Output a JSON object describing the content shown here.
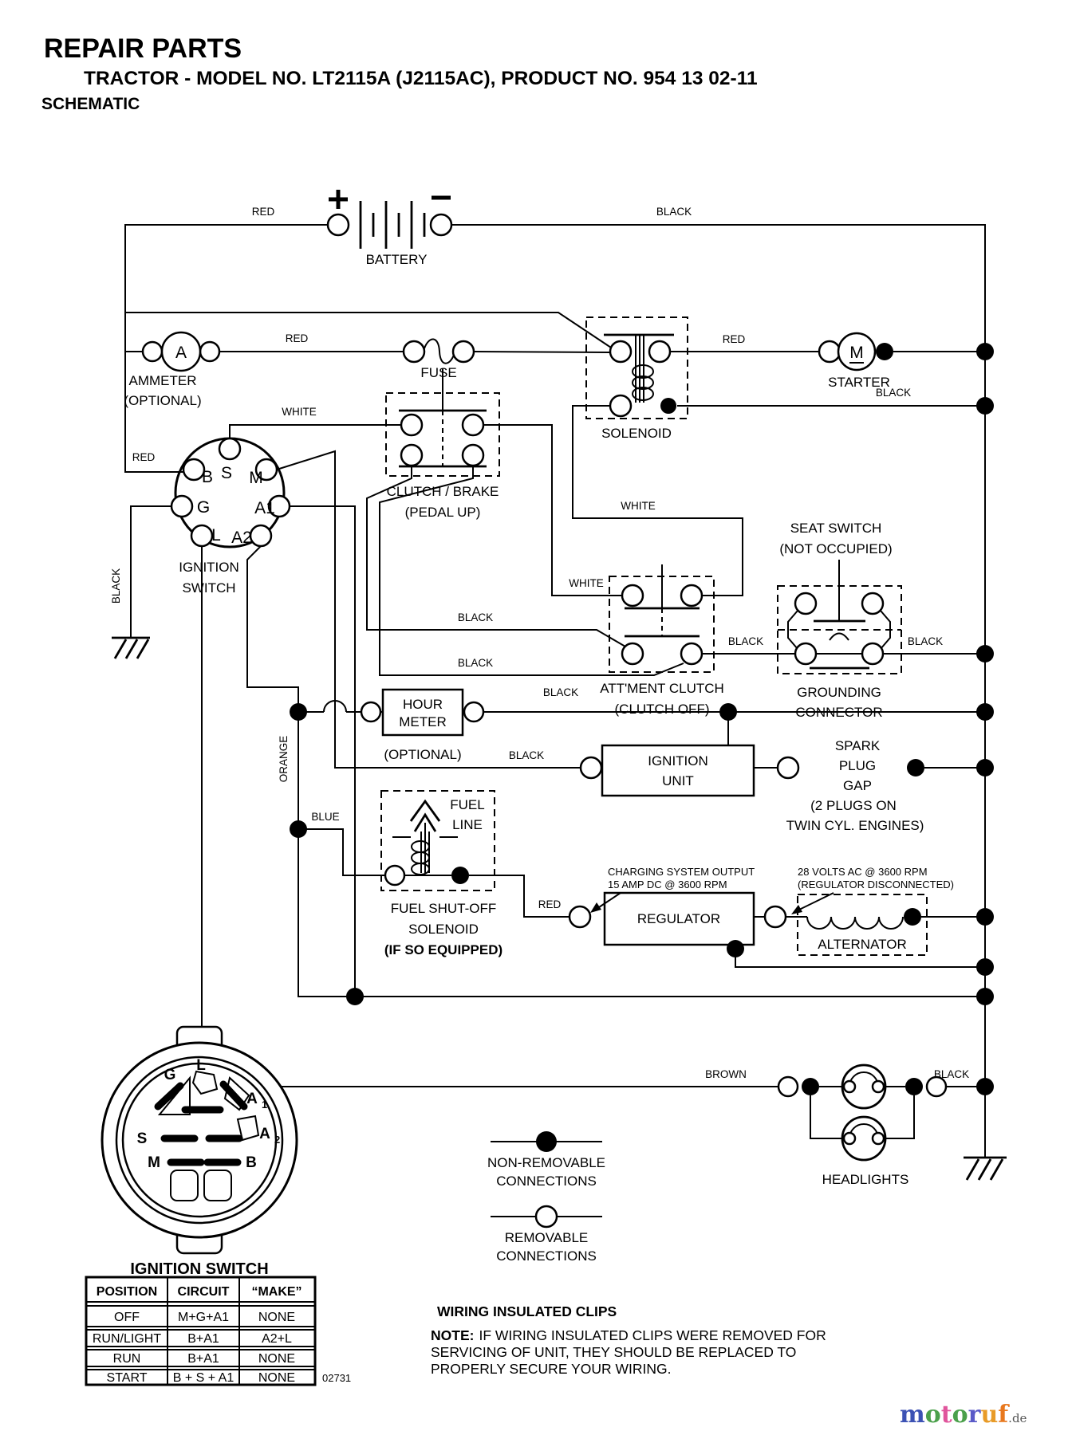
{
  "header": {
    "title": "REPAIR PARTS",
    "subtitle": "TRACTOR - MODEL NO. LT2115A (J2115AC), PRODUCT NO. 954 13 02-11",
    "type_label": "SCHEMATIC"
  },
  "colors": {
    "line": "#000000",
    "background": "#ffffff"
  },
  "wire_labels": {
    "red": "RED",
    "black": "BLACK",
    "white": "WHITE",
    "orange": "ORANGE",
    "blue": "BLUE",
    "brown": "BROWN"
  },
  "components": {
    "battery": {
      "label": "BATTERY",
      "plus": "+",
      "minus": "−"
    },
    "ammeter": {
      "label1": "AMMETER",
      "label2": "(OPTIONAL)",
      "symbol": "A"
    },
    "fuse": {
      "label": "FUSE"
    },
    "solenoid": {
      "label": "SOLENOID"
    },
    "starter": {
      "label": "STARTER",
      "symbol": "M"
    },
    "ignition_switch": {
      "label1": "IGNITION",
      "label2": "SWITCH",
      "terminals": {
        "s": "S",
        "b": "B",
        "m": "M",
        "g": "G",
        "a1": "A1",
        "l": "L",
        "a2": "A2"
      }
    },
    "clutch_brake": {
      "label1": "CLUTCH / BRAKE",
      "label2": "(PEDAL UP)"
    },
    "attachment_clutch": {
      "label1": "ATT'MENT CLUTCH",
      "label2": "(CLUTCH OFF)"
    },
    "seat_switch": {
      "label1": "SEAT SWITCH",
      "label2": "(NOT OCCUPIED)"
    },
    "grounding_connector": {
      "label1": "GROUNDING",
      "label2": "CONNECTOR"
    },
    "hour_meter": {
      "label1": "HOUR",
      "label2": "METER",
      "label3": "(OPTIONAL)"
    },
    "ignition_unit": {
      "label1": "IGNITION",
      "label2": "UNIT"
    },
    "spark_plug": {
      "l1": "SPARK",
      "l2": "PLUG",
      "l3": "GAP",
      "l4": "(2 PLUGS ON",
      "l5": "TWIN CYL. ENGINES)"
    },
    "fuel_solenoid": {
      "l1": "FUEL",
      "l2": "LINE",
      "l3": "FUEL SHUT-OFF",
      "l4": "SOLENOID",
      "l5": "(IF SO EQUIPPED)"
    },
    "regulator": {
      "label": "REGULATOR",
      "note_line1": "CHARGING SYSTEM OUTPUT",
      "note_line2": "15 AMP DC @ 3600 RPM"
    },
    "alternator": {
      "label": "ALTERNATOR",
      "note_line1": "28 VOLTS AC @ 3600 RPM",
      "note_line2": "(REGULATOR DISCONNECTED)"
    },
    "headlights": {
      "label": "HEADLIGHTS"
    }
  },
  "legend": {
    "non_removable1": "NON-REMOVABLE",
    "non_removable2": "CONNECTIONS",
    "removable1": "REMOVABLE",
    "removable2": "CONNECTIONS"
  },
  "connector_detail": {
    "caption": "IGNITION SWITCH",
    "terminals": {
      "g": "G",
      "l": "L",
      "s": "S",
      "m": "M",
      "b": "B",
      "a1_base": "A",
      "a1_sub": "1",
      "a2_base": "A",
      "a2_sub": "2"
    }
  },
  "switch_table": {
    "headers": [
      "POSITION",
      "CIRCUIT",
      "“MAKE”"
    ],
    "rows": [
      [
        "OFF",
        "M+G+A1",
        "NONE"
      ],
      [
        "RUN/LIGHT",
        "B+A1",
        "A2+L"
      ],
      [
        "RUN",
        "B+A1",
        "NONE"
      ],
      [
        "START",
        "B + S + A1",
        "NONE"
      ]
    ],
    "figure_number": "02731"
  },
  "notes": {
    "heading": "WIRING INSULATED CLIPS",
    "note_bold": "NOTE:",
    "line1": "IF WIRING INSULATED CLIPS WERE REMOVED FOR",
    "line2": "SERVICING OF UNIT, THEY SHOULD BE REPLACED TO",
    "line3": "PROPERLY SECURE YOUR WIRING."
  },
  "watermark": {
    "letters": [
      {
        "ch": "m",
        "color": "#3c52b4"
      },
      {
        "ch": "o",
        "color": "#4ba04b"
      },
      {
        "ch": "t",
        "color": "#e0559c"
      },
      {
        "ch": "o",
        "color": "#4ba04b"
      },
      {
        "ch": "r",
        "color": "#5a5ac8"
      },
      {
        "ch": "u",
        "color": "#e89b28"
      },
      {
        "ch": "f",
        "color": "#e8781e"
      }
    ],
    "suffix": ".de"
  }
}
